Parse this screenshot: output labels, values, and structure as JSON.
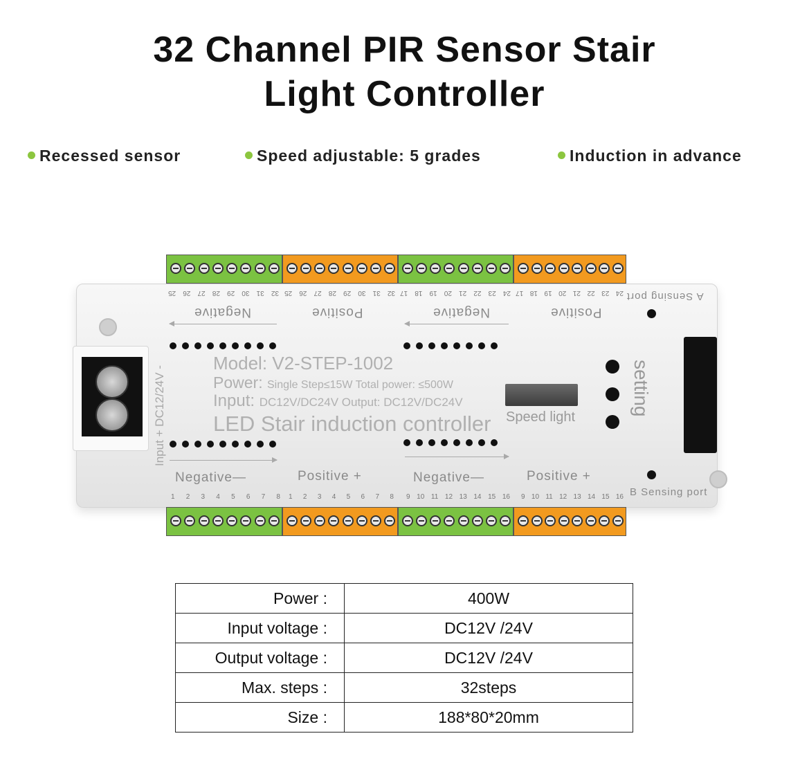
{
  "title": {
    "line1": "32 Channel PIR Sensor Stair",
    "line2": "Light Controller"
  },
  "features": [
    "Recessed sensor",
    "Speed adjustable: 5 grades",
    "Induction in advance"
  ],
  "accent_color": "#8cc63f",
  "device": {
    "top_labels": [
      "Negative",
      "Positive",
      "Negative",
      "Positive"
    ],
    "top_numbers": [
      [
        "32",
        "31",
        "30",
        "29",
        "28",
        "27",
        "26",
        "25"
      ],
      [
        "32",
        "31",
        "30",
        "29",
        "28",
        "27",
        "26",
        "25"
      ],
      [
        "24",
        "23",
        "22",
        "21",
        "20",
        "19",
        "18",
        "17"
      ],
      [
        "24",
        "23",
        "22",
        "21",
        "20",
        "19",
        "18",
        "17"
      ]
    ],
    "a_port": "A Sensing port",
    "bottom_labels": [
      "Negative",
      "Positive",
      "Negative",
      "Positive"
    ],
    "bottom_numbers": [
      [
        "1",
        "2",
        "3",
        "4",
        "5",
        "6",
        "7",
        "8"
      ],
      [
        "1",
        "2",
        "3",
        "4",
        "5",
        "6",
        "7",
        "8"
      ],
      [
        "9",
        "10",
        "11",
        "12",
        "13",
        "14",
        "15",
        "16"
      ],
      [
        "9",
        "10",
        "11",
        "12",
        "13",
        "14",
        "15",
        "16"
      ]
    ],
    "b_port": "B Sensing port",
    "model": "Model: V2-STEP-1002",
    "power_prefix": "Power:",
    "power_detail": "Single Step≤15W Total power: ≤500W",
    "input_prefix": "Input:",
    "input_detail": "DC12V/DC24V Output: DC12V/DC24V",
    "product_name": "LED Stair induction controller",
    "input_side": "Input +   DC12/24V  -",
    "speed_light": "Speed light",
    "setting": "setting"
  },
  "specs": [
    {
      "label": "Power :",
      "value": "400W"
    },
    {
      "label": "Input voltage :",
      "value": "DC12V /24V"
    },
    {
      "label": "Output voltage :",
      "value": "DC12V /24V"
    },
    {
      "label": "Max. steps :",
      "value": "32steps"
    },
    {
      "label": "Size :",
      "value": "188*80*20mm"
    }
  ]
}
